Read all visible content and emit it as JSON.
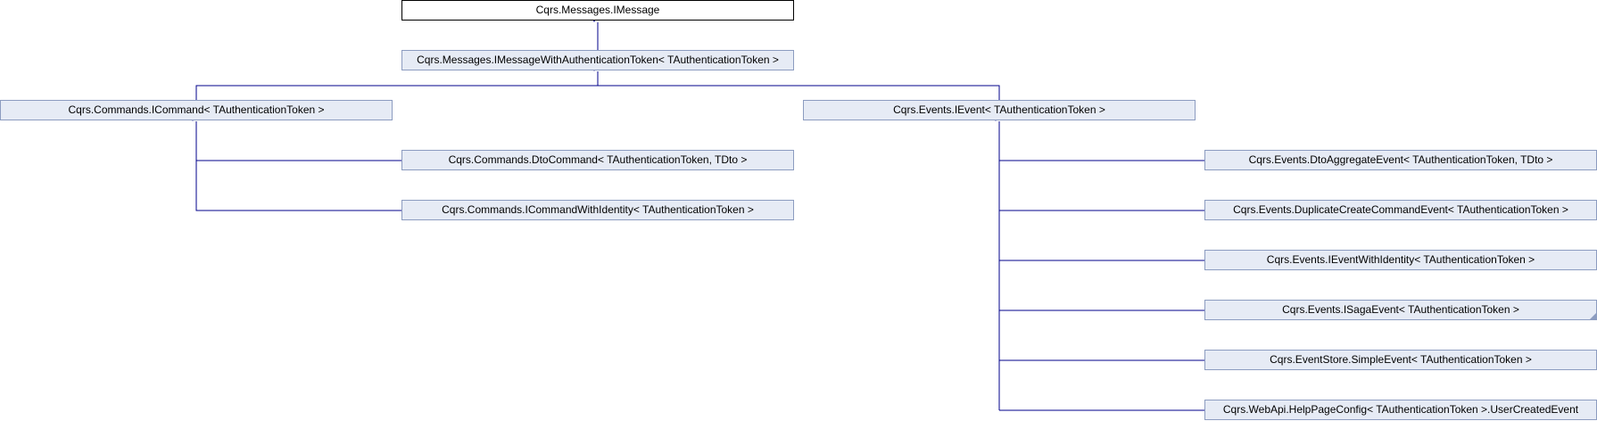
{
  "diagram": {
    "line_color": "#00008b",
    "nodes": {
      "imessage": "Cqrs.Messages.IMessage",
      "imessage_with_token": "Cqrs.Messages.IMessageWithAuthenticationToken< TAuthenticationToken >",
      "icommand": "Cqrs.Commands.ICommand< TAuthenticationToken >",
      "ievent": "Cqrs.Events.IEvent< TAuthenticationToken >",
      "dto_command": "Cqrs.Commands.DtoCommand< TAuthenticationToken, TDto >",
      "icommand_with_identity": "Cqrs.Commands.ICommandWithIdentity< TAuthenticationToken >",
      "dto_aggregate_event": "Cqrs.Events.DtoAggregateEvent< TAuthenticationToken, TDto >",
      "duplicate_create_command_event": "Cqrs.Events.DuplicateCreateCommandEvent< TAuthenticationToken >",
      "ievent_with_identity": "Cqrs.Events.IEventWithIdentity< TAuthenticationToken >",
      "isaga_event": "Cqrs.Events.ISagaEvent< TAuthenticationToken >",
      "simple_event": "Cqrs.EventStore.SimpleEvent< TAuthenticationToken >",
      "user_created_event": "Cqrs.WebApi.HelpPageConfig< TAuthenticationToken >.UserCreatedEvent"
    }
  }
}
